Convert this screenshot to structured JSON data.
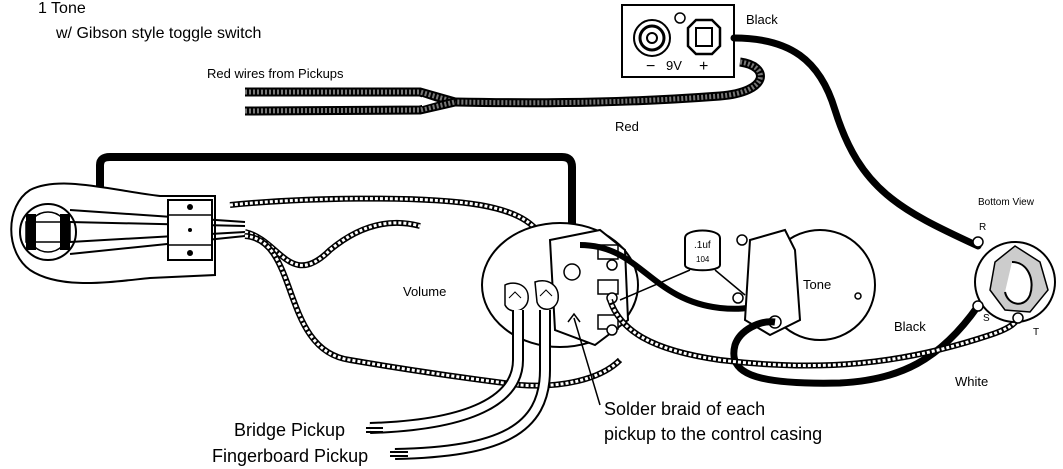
{
  "header": {
    "line1": "1 Tone",
    "line2": "w/ Gibson style toggle switch"
  },
  "battery": {
    "minus": "−",
    "voltage": "9V",
    "plus": "+",
    "wire_label": "Black"
  },
  "pickup_leads_label": "Red wires from Pickups",
  "red_wire_label": "Red",
  "volume_label": "Volume",
  "tone_label": "Tone",
  "capacitor": {
    "value": ".1uf",
    "code": "104"
  },
  "jack": {
    "view_label": "Bottom View",
    "r": "R",
    "s": "S",
    "t": "T"
  },
  "black_wire_label": "Black",
  "white_wire_label": "White",
  "solder_note": {
    "line1": "Solder braid of each",
    "line2": "pickup to the control casing"
  },
  "bridge_pickup_label": "Bridge Pickup",
  "fingerboard_pickup_label": "Fingerboard Pickup",
  "colors": {
    "line": "#000000",
    "background": "#ffffff",
    "wire_shield": "#555555"
  }
}
